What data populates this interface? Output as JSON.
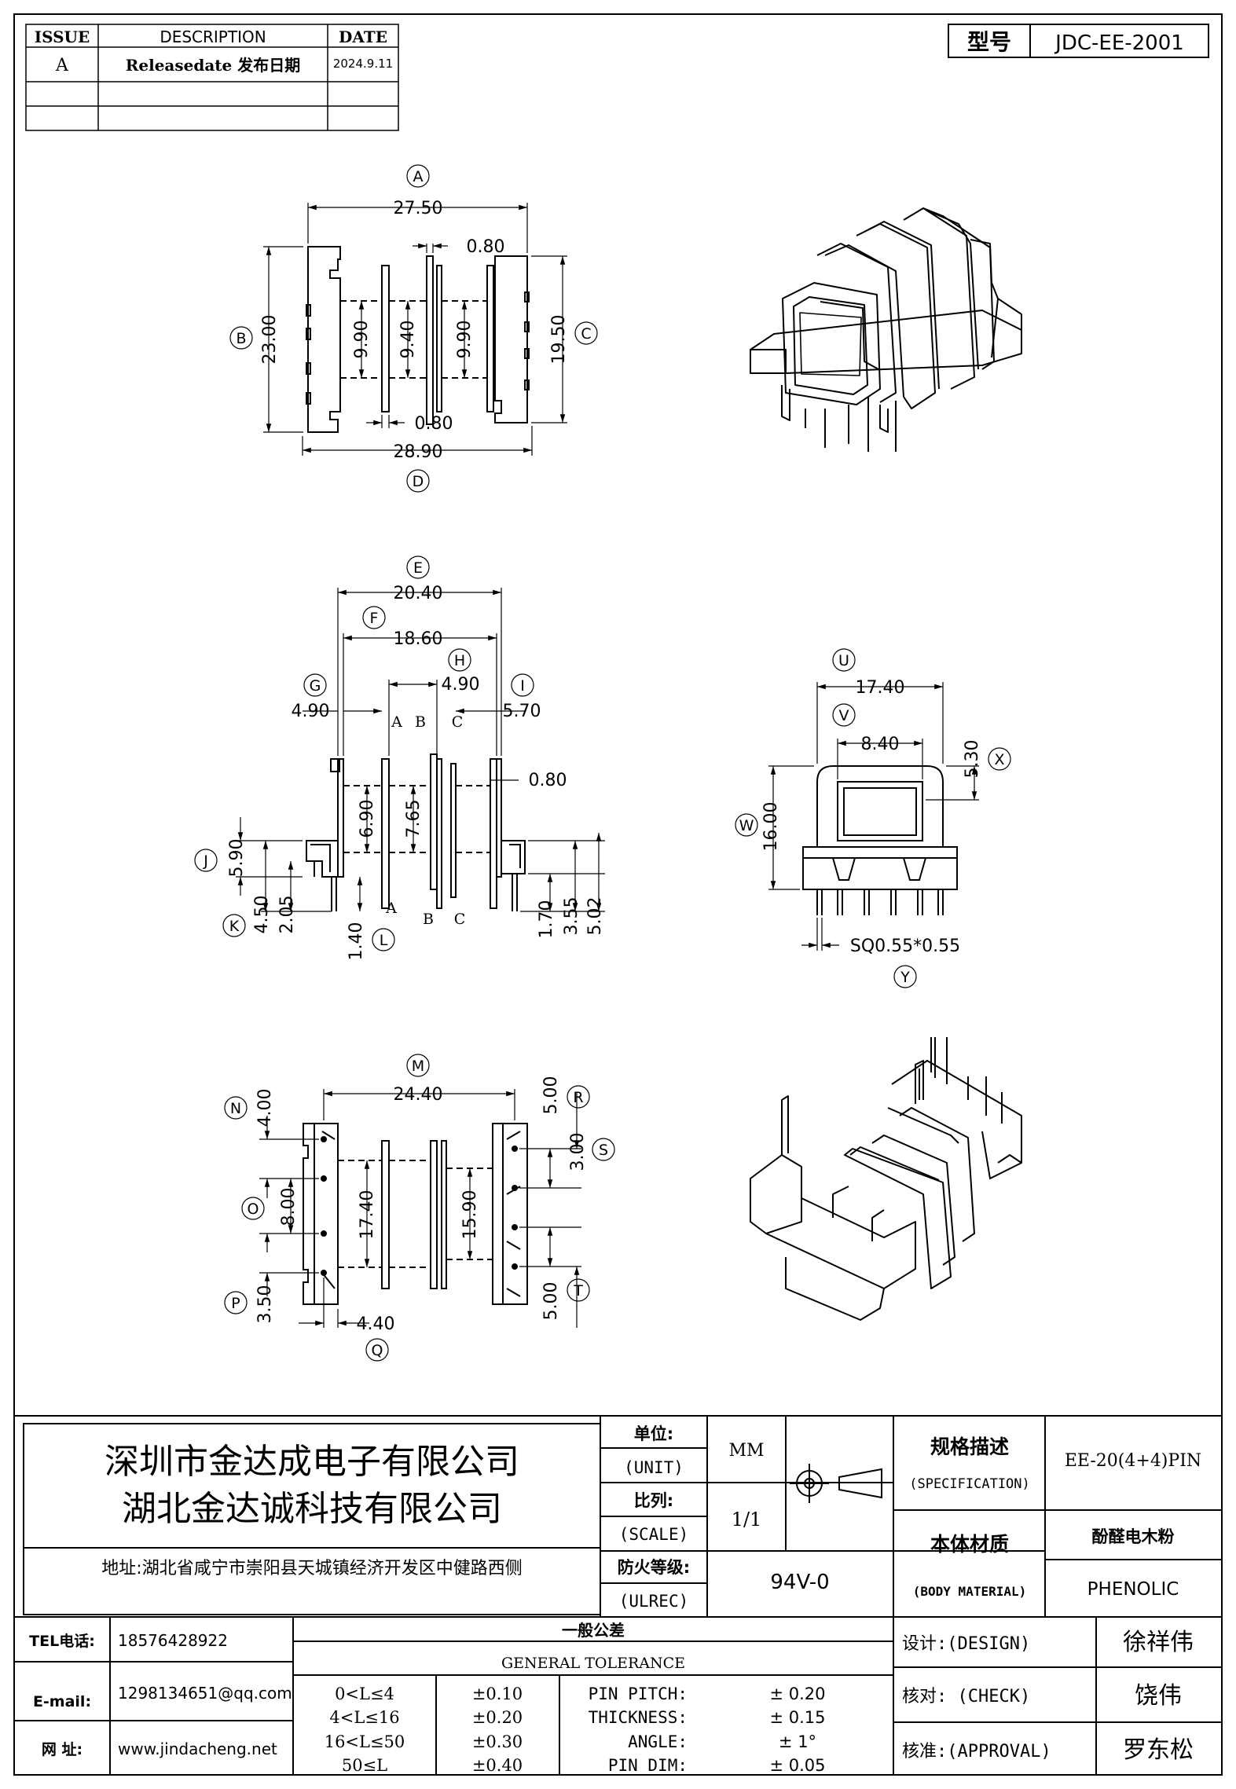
{
  "revision_table": {
    "headers": [
      "ISSUE",
      "DESCRIPTION",
      "DATE"
    ],
    "rows": [
      {
        "issue": "A",
        "description": "Releasedate 发布日期",
        "date": "2024.9.11"
      }
    ]
  },
  "model": {
    "label": "型号",
    "value": "JDC-EE-2001"
  },
  "top_view": {
    "dim_A": "27.50",
    "dim_B": "23.00",
    "dim_C": "19.50",
    "dim_D": "28.90",
    "dim_top_080": "0.80",
    "dim_bot_080": "0.80",
    "dim_990_left": "9.90",
    "dim_940": "9.40",
    "dim_990_right": "9.90",
    "circ_A": "A",
    "circ_B": "B",
    "circ_C": "C",
    "circ_D": "D"
  },
  "side_view": {
    "dim_E": "20.40",
    "dim_F": "18.60",
    "dim_H": "4.90",
    "dim_G": "4.90",
    "dim_I": "5.70",
    "dim_080": "0.80",
    "dim_690": "6.90",
    "dim_765": "7.65",
    "dim_J": "5.90",
    "dim_K": "4.50",
    "dim_205": "2.05",
    "dim_L": "1.40",
    "dim_170": "1.70",
    "dim_355": "3.55",
    "dim_502": "5.02",
    "sec_A": "A",
    "sec_B": "B",
    "sec_C": "C",
    "circ_E": "E",
    "circ_F": "F",
    "circ_G": "G",
    "circ_H": "H",
    "circ_I": "I",
    "circ_J": "J",
    "circ_K": "K",
    "circ_L": "L"
  },
  "end_view": {
    "dim_U": "17.40",
    "dim_V": "8.40",
    "dim_X": "5.30",
    "dim_W": "16.00",
    "dim_Y": "SQ0.55*0.55",
    "circ_U": "U",
    "circ_V": "V",
    "circ_W": "W",
    "circ_X": "X",
    "circ_Y": "Y"
  },
  "bottom_view": {
    "dim_M": "24.40",
    "dim_N": "4.00",
    "dim_O": "8.00",
    "dim_P": "3.50",
    "dim_Q": "4.40",
    "dim_R": "5.00",
    "dim_S": "3.00",
    "dim_T": "5.00",
    "dim_1740": "17.40",
    "dim_1590": "15.90",
    "circ_M": "M",
    "circ_N": "N",
    "circ_O": "O",
    "circ_P": "P",
    "circ_Q": "Q",
    "circ_R": "R",
    "circ_S": "S",
    "circ_T": "T"
  },
  "title_block": {
    "company_1": "深圳市金达成电子有限公司",
    "company_2": "湖北金达诚科技有限公司",
    "address": "地址:湖北省咸宁市崇阳县天城镇经济开发区中健路西侧",
    "unit_cn": "单位:",
    "unit_en": "(UNIT)",
    "unit_value": "MM",
    "scale_cn": "比列:",
    "scale_en": "(SCALE)",
    "scale_value": "1/1",
    "fire_cn": "防火等级:",
    "fire_en": "(ULREC)",
    "fire_value": "94V-0",
    "spec_cn": "规格描述",
    "spec_en": "(SPECIFICATION)",
    "spec_value": "EE-20(4+4)PIN",
    "material_cn": "本体材质",
    "material_en": "(BODY MATERIAL)",
    "material_value_cn": "酚醛电木粉",
    "material_value_en": "PHENOLIC",
    "tel_label": "TEL电话:",
    "tel": "18576428922",
    "email_label": "E-mail:",
    "email": "1298134651@qq.com",
    "web_label": "网  址:",
    "web": "www.jindacheng.net",
    "tol_title_cn": "一般公差",
    "tol_title_en": "GENERAL TOLERANCE",
    "tol_ranges": [
      "0<L≤4",
      "4<L≤16",
      "16<L≤50",
      "50≤L"
    ],
    "tol_values": [
      "±0.10",
      "±0.20",
      "±0.30",
      "±0.40"
    ],
    "tol_items": [
      "PIN PITCH:",
      "THICKNESS:",
      "ANGLE:",
      "PIN DIM:"
    ],
    "tol_item_values": [
      "± 0.20",
      "± 0.15",
      "± 1°",
      "± 0.05"
    ],
    "design_label": "设计:(DESIGN)",
    "design_name": "徐祥伟",
    "check_label": "核对: (CHECK)",
    "check_name": "饶伟",
    "approval_label": "核准:(APPROVAL)",
    "approval_name": "罗东松"
  }
}
